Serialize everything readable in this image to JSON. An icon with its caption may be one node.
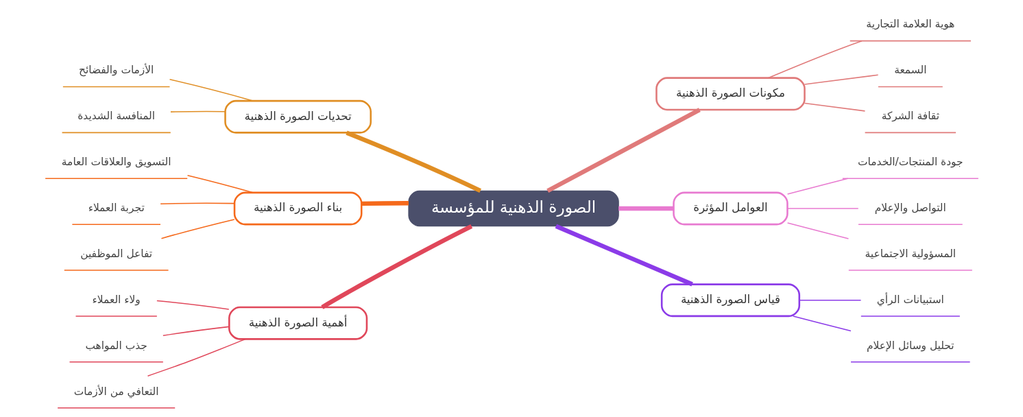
{
  "diagram": {
    "nodes": [
      {
        "text": [
          "الصورة الذهنية للمؤسسة"
        ]
      },
      {
        "text": [
          "مكونات الصورة الذهنية"
        ]
      },
      {
        "text": [
          "هوية العلامة التجارية"
        ]
      },
      {
        "text": [
          "السمعة"
        ]
      },
      {
        "text": [
          "ثقافة الشركة"
        ]
      },
      {
        "text": [
          "العوامل المؤثرة"
        ]
      },
      {
        "text": [
          "جودة المنتجات/الخدمات"
        ]
      },
      {
        "text": [
          "التواصل والإعلام"
        ]
      },
      {
        "text": [
          "المسؤولية الاجتماعية"
        ]
      },
      {
        "text": [
          "قياس الصورة الذهنية"
        ]
      },
      {
        "text": [
          "استبيانات الرأي"
        ]
      },
      {
        "text": [
          "تحليل وسائل الإعلام"
        ]
      },
      {
        "text": [
          "تحديات الصورة الذهنية"
        ]
      },
      {
        "text": [
          "الأزمات والفضائح"
        ]
      },
      {
        "text": [
          "المنافسة الشديدة"
        ]
      },
      {
        "text": [
          "بناء الصورة الذهنية"
        ]
      },
      {
        "text": [
          "التسويق والعلاقات العامة"
        ]
      },
      {
        "text": [
          "تجربة العملاء"
        ]
      },
      {
        "text": [
          "تفاعل الموظفين"
        ]
      },
      {
        "text": [
          "أهمية الصورة الذهنية"
        ]
      },
      {
        "text": [
          "ولاء العملاء"
        ]
      },
      {
        "text": [
          "جذب المواهب"
        ]
      },
      {
        "text": [
          "التعافي من الأزمات"
        ]
      }
    ],
    "edges": [
      {
        "from": 0,
        "to": 1,
        "arrow": "none",
        "style": "thick",
        "color": "#e07a7a"
      },
      {
        "from": 1,
        "to": 2,
        "arrow": "none",
        "color": "#e07a7a"
      },
      {
        "from": 1,
        "to": 3,
        "arrow": "none",
        "color": "#e07a7a"
      },
      {
        "from": 1,
        "to": 4,
        "arrow": "none",
        "color": "#e07a7a"
      },
      {
        "from": 0,
        "to": 5,
        "arrow": "none",
        "style": "thick",
        "color": "#e87ad0"
      },
      {
        "from": 5,
        "to": 6,
        "arrow": "none",
        "color": "#e87ad0"
      },
      {
        "from": 5,
        "to": 7,
        "arrow": "none",
        "color": "#e87ad0"
      },
      {
        "from": 5,
        "to": 8,
        "arrow": "none",
        "color": "#e87ad0"
      },
      {
        "from": 0,
        "to": 9,
        "arrow": "none",
        "style": "thick",
        "color": "#8b3be8"
      },
      {
        "from": 9,
        "to": 10,
        "arrow": "none",
        "color": "#8b3be8"
      },
      {
        "from": 9,
        "to": 11,
        "arrow": "none",
        "color": "#8b3be8"
      },
      {
        "from": 0,
        "to": 12,
        "arrow": "none",
        "style": "thick",
        "color": "#e08e24"
      },
      {
        "from": 12,
        "to": 13,
        "arrow": "none",
        "color": "#e08e24"
      },
      {
        "from": 12,
        "to": 14,
        "arrow": "none",
        "color": "#e08e24"
      },
      {
        "from": 0,
        "to": 15,
        "arrow": "none",
        "style": "thick",
        "color": "#f5691b"
      },
      {
        "from": 15,
        "to": 16,
        "arrow": "none",
        "color": "#f5691b"
      },
      {
        "from": 15,
        "to": 17,
        "arrow": "none",
        "color": "#f5691b"
      },
      {
        "from": 15,
        "to": 18,
        "arrow": "none",
        "color": "#f5691b"
      },
      {
        "from": 0,
        "to": 19,
        "arrow": "none",
        "style": "thick",
        "color": "#e0475a"
      },
      {
        "from": 19,
        "to": 20,
        "arrow": "none",
        "color": "#e0475a"
      },
      {
        "from": 19,
        "to": 21,
        "arrow": "none",
        "color": "#e0475a"
      },
      {
        "from": 19,
        "to": 22,
        "arrow": "none",
        "color": "#e0475a"
      }
    ]
  }
}
